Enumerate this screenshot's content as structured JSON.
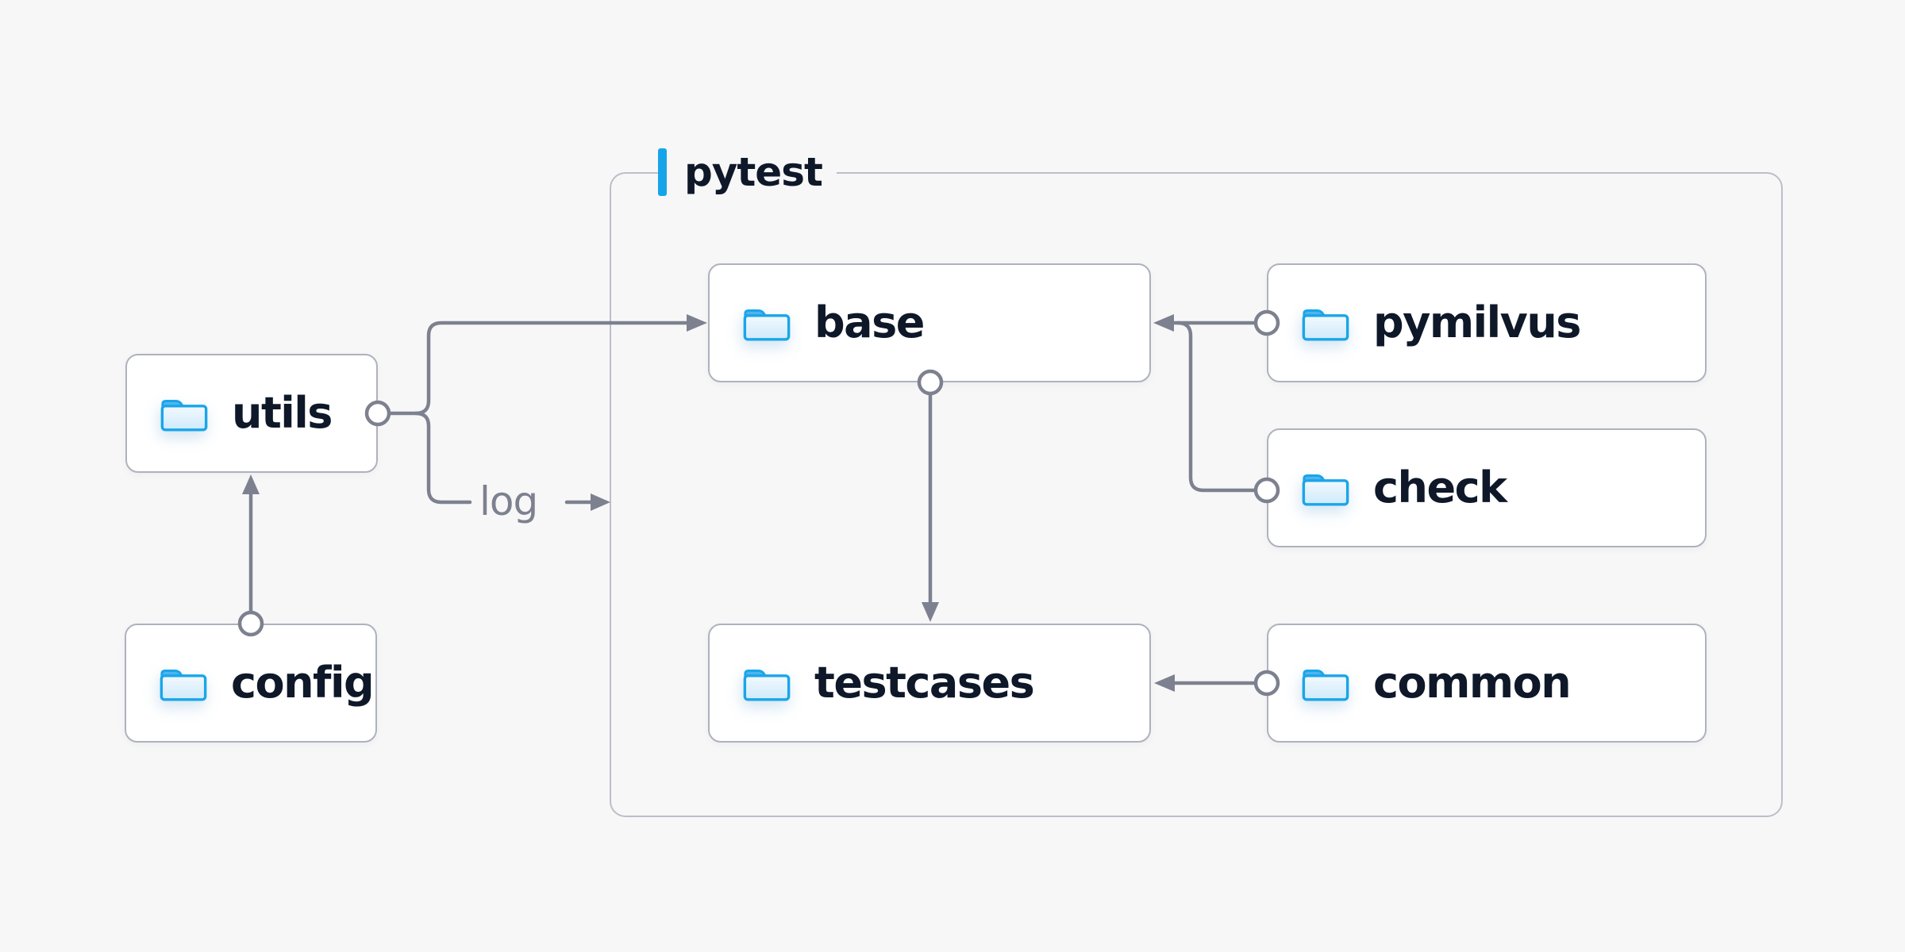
{
  "diagram": {
    "background_color": "#f7f7f8",
    "group": {
      "label": "pytest",
      "accent_color": "#16a4e9",
      "border_color": "#bdbec9"
    },
    "nodes": [
      {
        "id": "utils",
        "label": "utils",
        "group": null
      },
      {
        "id": "config",
        "label": "config",
        "group": null
      },
      {
        "id": "base",
        "label": "base",
        "group": "pytest"
      },
      {
        "id": "pymilvus",
        "label": "pymilvus",
        "group": "pytest"
      },
      {
        "id": "check",
        "label": "check",
        "group": "pytest"
      },
      {
        "id": "testcases",
        "label": "testcases",
        "group": "pytest"
      },
      {
        "id": "common",
        "label": "common",
        "group": "pytest"
      }
    ],
    "edges": [
      {
        "from": "config",
        "to": "utils",
        "label": ""
      },
      {
        "from": "utils",
        "to": "base",
        "label": ""
      },
      {
        "from": "utils",
        "to": "pytest",
        "label": "log"
      },
      {
        "from": "pymilvus",
        "to": "base",
        "label": ""
      },
      {
        "from": "check",
        "to": "base",
        "label": ""
      },
      {
        "from": "base",
        "to": "testcases",
        "label": ""
      },
      {
        "from": "common",
        "to": "testcases",
        "label": ""
      }
    ],
    "colors": {
      "node_text": "#0e1829",
      "node_border": "#aeb2bd",
      "connector": "#7d818f",
      "folder_blue": "#1aa5e9",
      "edge_label_gray": "#7d818f"
    }
  }
}
